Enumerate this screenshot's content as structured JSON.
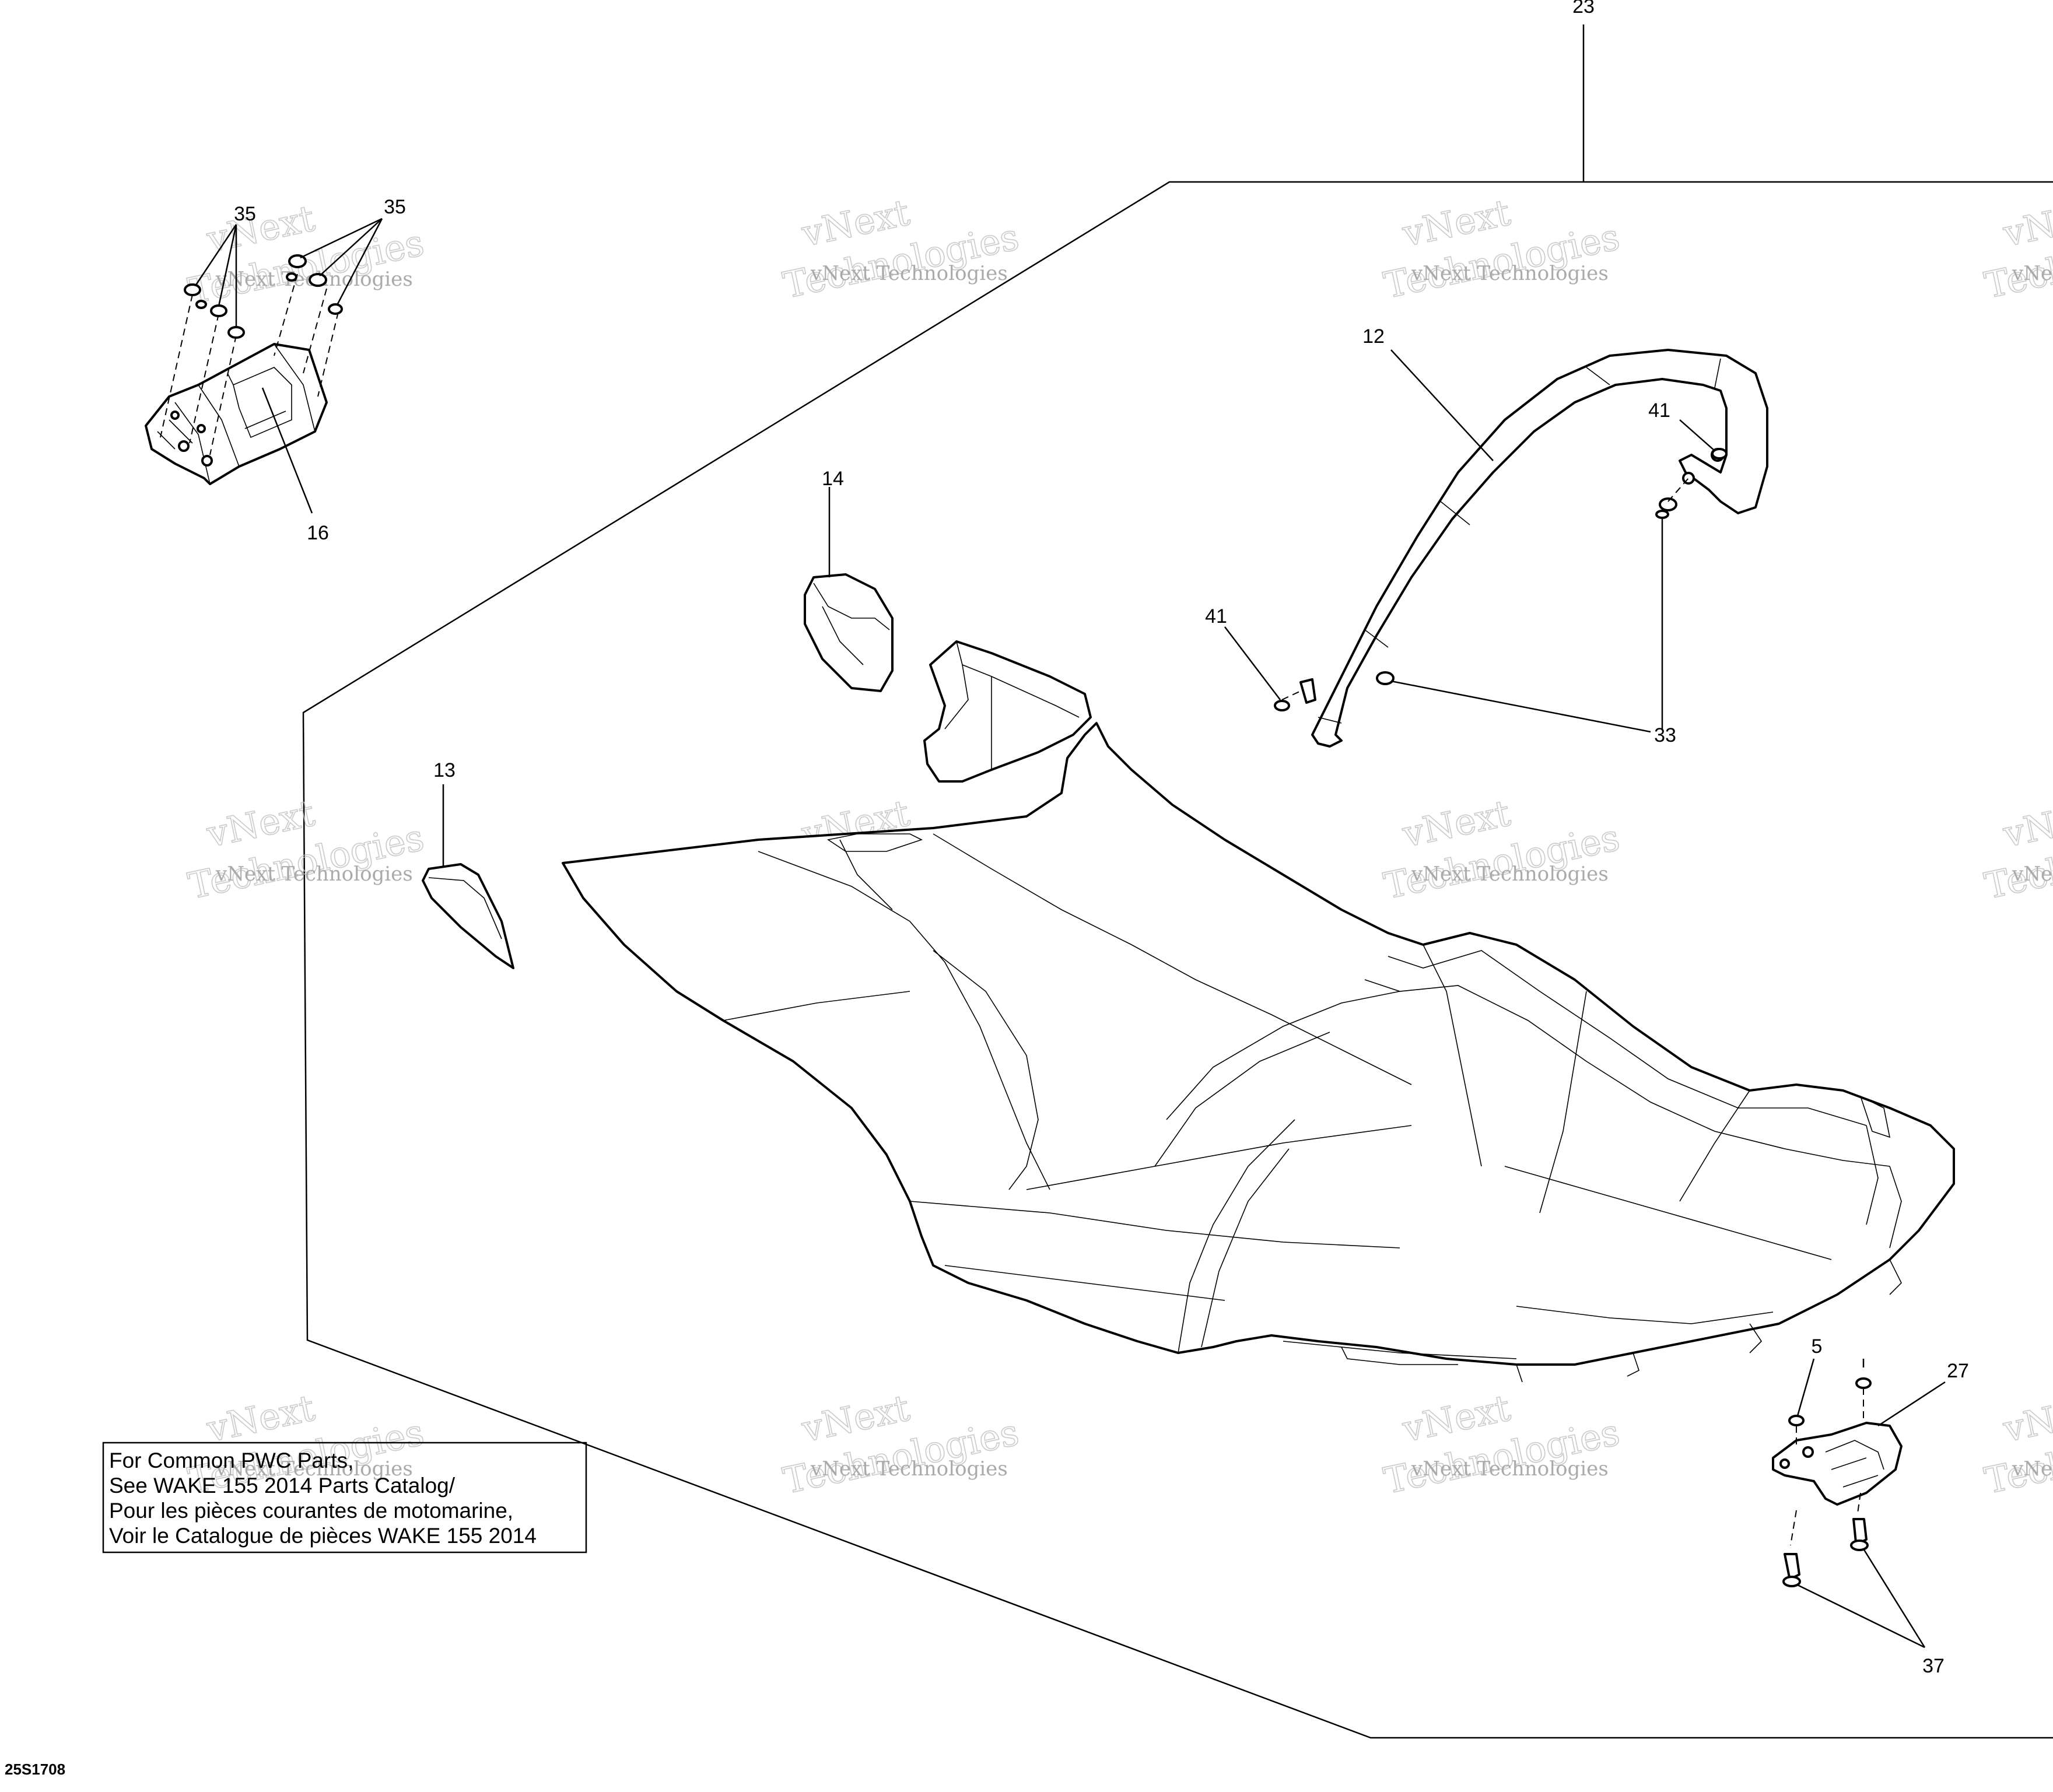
{
  "drawing_id": "25S1708",
  "callouts": {
    "c23": "23",
    "c35a": "35",
    "c35b": "35",
    "c16": "16",
    "c14": "14",
    "c12": "12",
    "c41a": "41",
    "c41b": "41",
    "c33": "33",
    "c13": "13",
    "c5": "5",
    "c27": "27",
    "c37": "37"
  },
  "note_lines": [
    "For Common PWC Parts,",
    "See WAKE 155 2014 Parts Catalog/",
    "Pour les pièces courantes de motomarine,",
    "Voir le Catalogue de pièces WAKE 155 2014"
  ],
  "watermark": {
    "line1": "vNext",
    "line2": "Technologies",
    "line3": "vNext Technologies",
    "color": "#9a9a9a"
  }
}
